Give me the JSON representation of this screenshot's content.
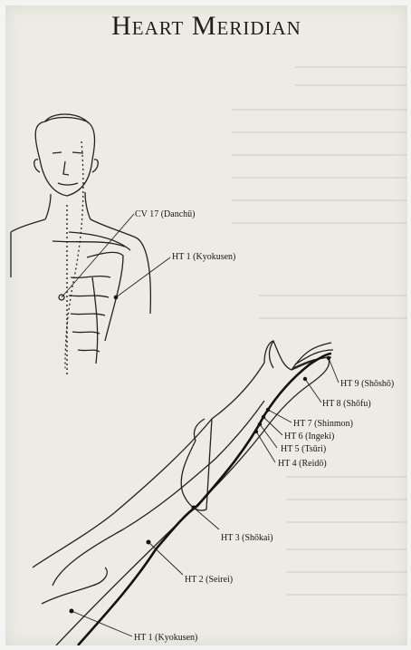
{
  "page": {
    "title": "Heart Meridian"
  },
  "labels": {
    "cv17": "CV 17 (Danchū)",
    "ht1_upper": "HT 1 (Kyokusen)",
    "ht9": "HT 9 (Shōshō)",
    "ht8": "HT 8 (Shōfu)",
    "ht7": "HT 7 (Shinmon)",
    "ht6": "HT 6 (Ingeki)",
    "ht5": "HT 5 (Tsūri)",
    "ht4": "HT 4 (Reidō)",
    "ht3": "HT 3 (Shōkai)",
    "ht2": "HT 2 (Seirei)",
    "ht1_lower": "HT 1 (Kyokusen)"
  },
  "colors": {
    "ink": "#151515",
    "paper": "#ecebe4",
    "faint": "#cfcdc4"
  }
}
